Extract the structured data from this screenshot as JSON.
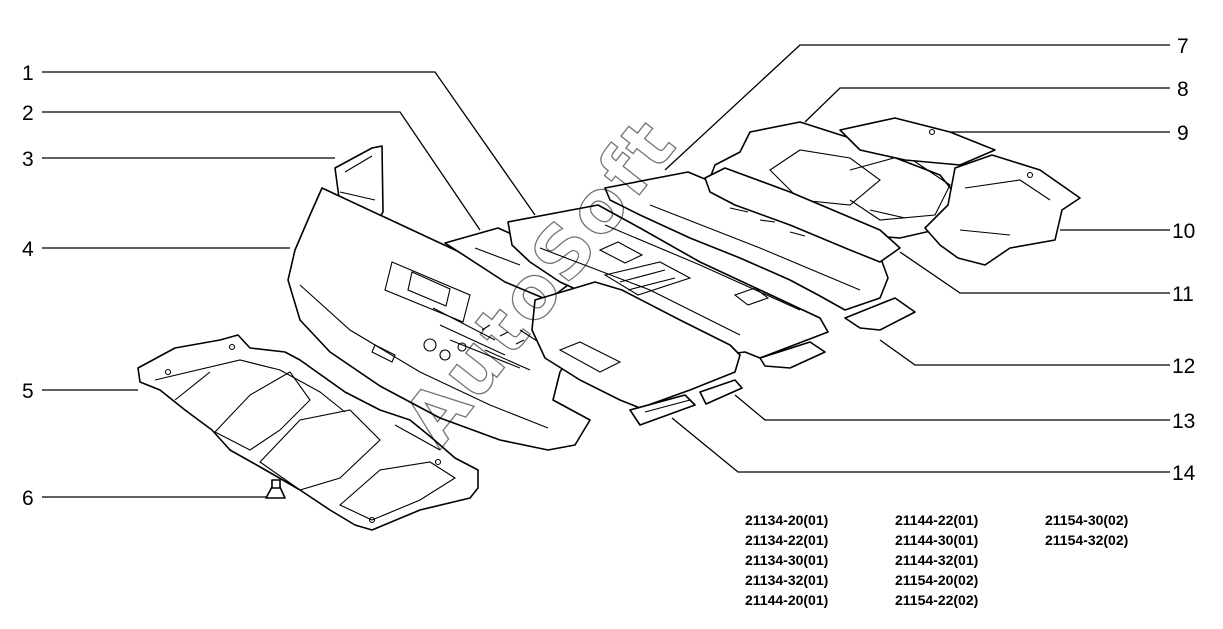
{
  "callouts": [
    "1",
    "2",
    "3",
    "4",
    "5",
    "6",
    "7",
    "8",
    "9",
    "10",
    "11",
    "12",
    "13",
    "14"
  ],
  "watermark": "AutoSoft",
  "model_codes": {
    "col1": [
      "21134-20(01)",
      "21134-22(01)",
      "21134-30(01)",
      "21134-32(01)",
      "21144-20(01)"
    ],
    "col2": [
      "21144-22(01)",
      "21144-30(01)",
      "21144-32(01)",
      "21154-20(02)",
      "21154-22(02)"
    ],
    "col3": [
      "21154-30(02)",
      "21154-32(02)"
    ]
  }
}
